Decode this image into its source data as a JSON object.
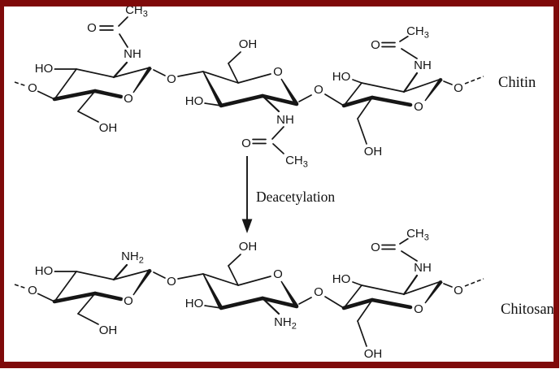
{
  "frame": {
    "border_color": "#7f0a0a"
  },
  "labels": {
    "chitin": "Chitin",
    "chitosan": "Chitosan",
    "arrow": "Deacetylation"
  },
  "atom_text": {
    "O": "O",
    "HO": "HO",
    "OH": "OH",
    "NH": "NH",
    "NH2": {
      "main": "NH",
      "sub": "2"
    },
    "CH3": {
      "main": "CH",
      "sub": "3"
    }
  }
}
